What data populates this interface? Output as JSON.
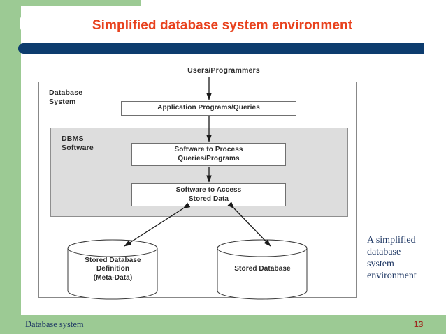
{
  "slide": {
    "title": "Simplified database system environment",
    "title_color": "#e8411d",
    "accent_bar_color": "#0d3c6e",
    "band_color": "#9cca94"
  },
  "diagram": {
    "top_label": "Users/Programmers",
    "outer_container_label": "Database\nSystem",
    "outer_container_label_line1": "Database",
    "outer_container_label_line2": "System",
    "dbms_label_line1": "DBMS",
    "dbms_label_line2": "Software",
    "boxes": [
      {
        "id": "application",
        "label": "Application Programs/Queries"
      },
      {
        "id": "process",
        "label": "Software to Process\nQueries/Programs",
        "line1": "Software to Process",
        "line2": "Queries/Programs"
      },
      {
        "id": "access",
        "label": "Software to Access\nStored Data",
        "line1": "Software to Access",
        "line2": "Stored Data"
      }
    ],
    "cylinders": [
      {
        "id": "meta-data",
        "line1": "Stored Database",
        "line2": "Definition",
        "line3": "(Meta-Data)"
      },
      {
        "id": "stored-database",
        "line1": "Stored Database",
        "line2": "",
        "line3": ""
      }
    ]
  },
  "caption": {
    "line1": "A simplified",
    "line2": "database",
    "line3": "system",
    "line4": "environment",
    "color": "#1f3864"
  },
  "footer": {
    "left_text": "Database system",
    "page_number": "13",
    "page_number_color": "#9e2a20"
  }
}
